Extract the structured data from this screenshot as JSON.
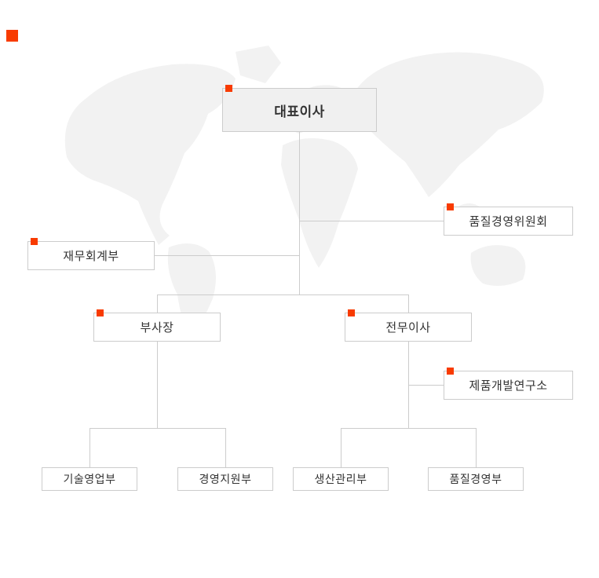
{
  "page": {
    "background_color": "#ffffff",
    "accent_color": "#f83b00",
    "line_color": "#cccccc",
    "node_border_color": "#cccccc",
    "root_node_fill": "#f0f0f0",
    "text_color": "#333333"
  },
  "org_chart": {
    "type": "org-hierarchy-diagram",
    "root": {
      "label": "대표이사"
    },
    "staff_nodes": [
      {
        "label": "품질경영위원회",
        "side": "right",
        "parent": "대표이사"
      },
      {
        "label": "재무회계부",
        "side": "left",
        "parent": "대표이사"
      }
    ],
    "executives": [
      {
        "label": "부사장",
        "parent": "대표이사"
      },
      {
        "label": "전무이사",
        "parent": "대표이사"
      }
    ],
    "research": {
      "label": "제품개발연구소",
      "side": "right",
      "parent": "전무이사"
    },
    "departments": [
      {
        "label": "기술영업부",
        "parent": "부사장"
      },
      {
        "label": "경영지원부",
        "parent": "부사장"
      },
      {
        "label": "생산관리부",
        "parent": "전무이사"
      },
      {
        "label": "품질경영부",
        "parent": "전무이사"
      }
    ]
  }
}
